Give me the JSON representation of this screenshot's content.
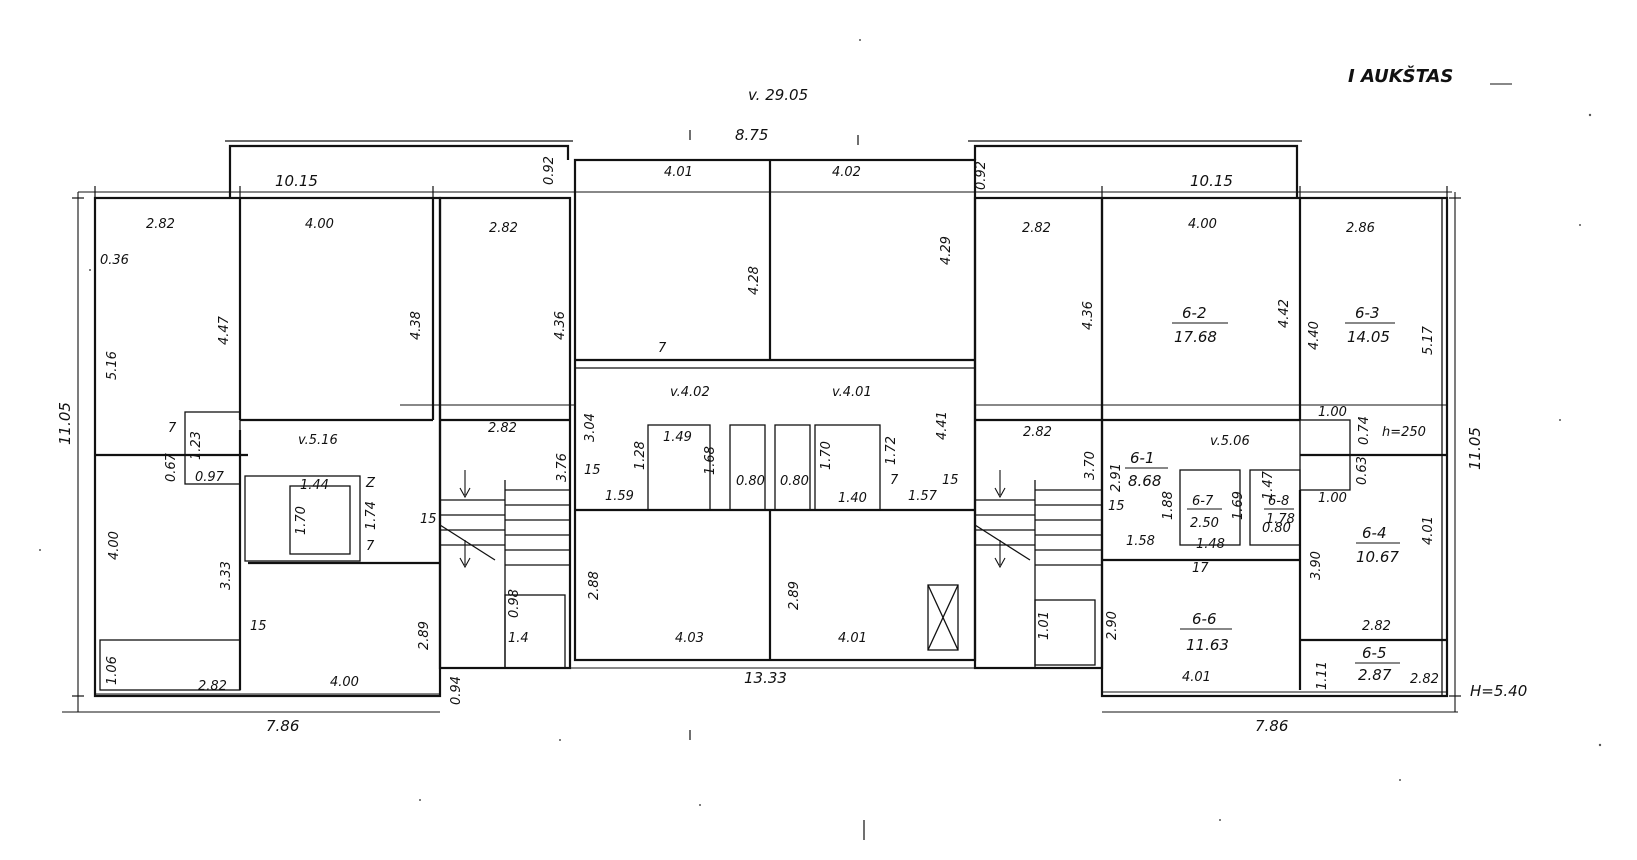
{
  "title": "I AUKŠTAS",
  "reference": "v. 29.05",
  "height_note": "H=5.40",
  "room_height": "h=250",
  "overall": {
    "top_width": "8.75",
    "bottom_middle": "13.33",
    "left_bottom": "7.86",
    "right_bottom": "7.86",
    "left_height": "11.05",
    "right_height": "11.05",
    "top_left_span": "10.15",
    "top_right_span": "10.15"
  },
  "rooms": [
    {
      "code": "6-1",
      "area": "8.68"
    },
    {
      "code": "6-2",
      "area": "17.68"
    },
    {
      "code": "6-3",
      "area": "14.05"
    },
    {
      "code": "6-4",
      "area": "10.67"
    },
    {
      "code": "6-5",
      "area": "2.87"
    },
    {
      "code": "6-6",
      "area": "11.63"
    },
    {
      "code": "6-7",
      "area": "2.50"
    },
    {
      "code": "6-8",
      "area": "1.78"
    }
  ],
  "levels": [
    "v.5.16",
    "v.4.02",
    "v.4.01",
    "v.5.06"
  ],
  "dims": {
    "l_282a": "2.82",
    "l_400a": "4.00",
    "l_282b": "2.82",
    "l_036": "0.36",
    "l_516": "5.16",
    "l_447": "4.47",
    "l_438": "4.38",
    "l_436": "4.36",
    "l_092": "0.92",
    "c_401": "4.01",
    "c_402": "4.02",
    "c_428": "4.28",
    "c_429": "4.29",
    "r_092": "0.92",
    "r_282": "2.82",
    "r_400": "4.00",
    "r_286": "2.86",
    "r_436": "4.36",
    "r_442": "4.42",
    "r_440": "4.40",
    "r_517": "5.17",
    "l_7": "7",
    "l_123": "1.23",
    "l_067": "0.67",
    "l_097": "0.97",
    "l_144": "1.44",
    "l_170": "1.70",
    "l_174": "1.74",
    "l_z": "Z",
    "l_7b": "7",
    "l_15": "15",
    "l_400b": "4.00",
    "l_333": "3.33",
    "l_106": "1.06",
    "l_282c": "2.82",
    "l_400c": "4.00",
    "l_289": "2.89",
    "l_15b": "15",
    "l_094": "0.94",
    "s_282": "2.82",
    "s_304": "3.04",
    "s_376": "3.76",
    "s_15": "15",
    "s_098": "0.98",
    "s_14": "1.4",
    "c_7": "7",
    "c_149": "1.49",
    "c_128": "1.28",
    "c_168": "1.68",
    "c_080": "0.80",
    "c_080b": "0.80",
    "c_170": "1.70",
    "c_172": "1.72",
    "c_159": "1.59",
    "c_140": "1.40",
    "c_157": "1.57",
    "c_7b": "7",
    "c_288": "2.88",
    "c_289": "2.89",
    "c_403": "4.03",
    "c_401b": "4.01",
    "c_15": "15",
    "c_441": "4.41",
    "r_282b": "2.82",
    "r_370": "3.70",
    "r_291": "2.91",
    "r_15": "15",
    "r_101": "1.01",
    "r_290": "2.90",
    "r_188": "1.88",
    "r_169": "1.69",
    "r_147": "1.47",
    "r_158": "1.58",
    "r_148": "1.48",
    "r_080": "0.80",
    "r_17": "17",
    "r_100": "1.00",
    "r_074": "0.74",
    "r_063": "0.63",
    "r_100b": "1.00",
    "r_390": "3.90",
    "r_401": "4.01",
    "r_282c": "2.82",
    "r_111": "1.11",
    "r_282d": "2.82",
    "r_401b": "4.01"
  },
  "palette": {
    "ink": "#111111",
    "paper": "#ffffff"
  }
}
